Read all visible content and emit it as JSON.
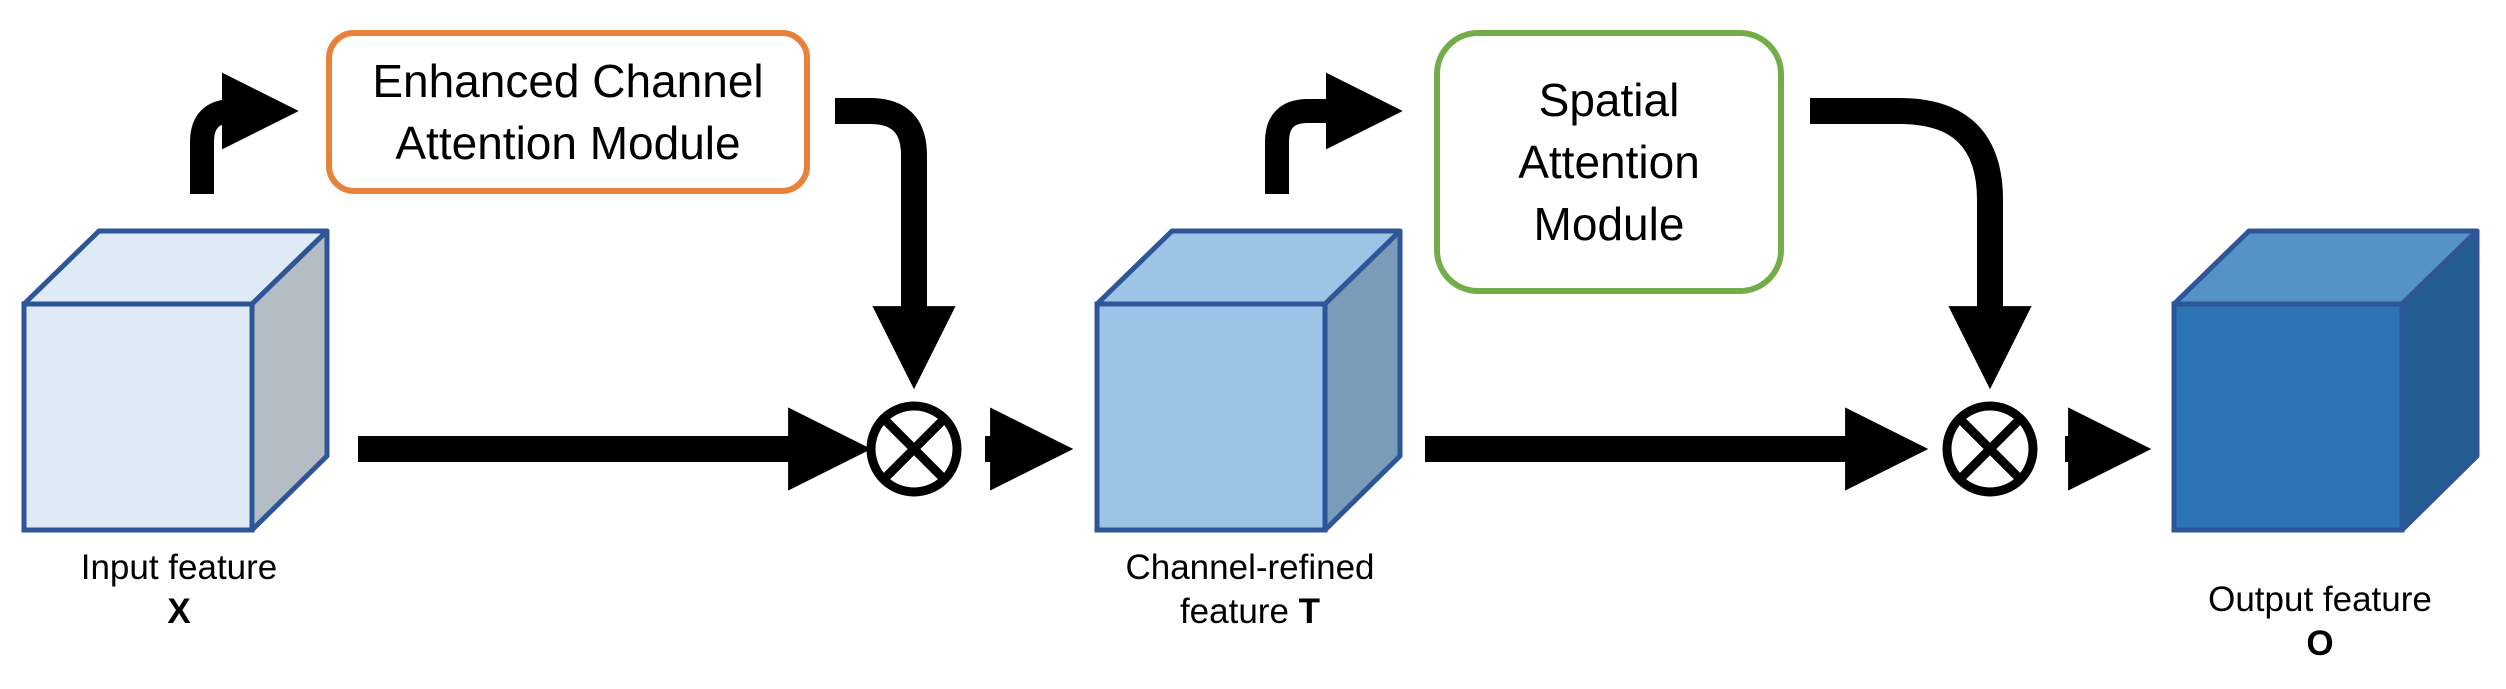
{
  "modules": {
    "channel_attention": {
      "lines": [
        "Enhanced Channel",
        "Attention Module"
      ],
      "border_color": "#E8823A"
    },
    "spatial_attention": {
      "lines": [
        "Spatial",
        "Attention",
        "Module"
      ],
      "border_color": "#72AD4A"
    }
  },
  "features": {
    "input": {
      "label": "Input feature",
      "symbol": "X",
      "front_color": "#DEEBF7",
      "side_color": "#B4BCC4",
      "edge_color": "#2E5597"
    },
    "channel_refined": {
      "label_line1": "Channel-refined",
      "label_line2": "feature",
      "symbol": "T",
      "front_color": "#9DC3E6",
      "side_color": "#7A9CB9",
      "edge_color": "#2E5597"
    },
    "output": {
      "label": "Output feature",
      "symbol": "O",
      "front_color": "#2E75B6",
      "top_color": "#5592C6",
      "side_color": "#245D91",
      "edge_color": "#2E5597"
    }
  },
  "operators": {
    "multiply_1": {
      "name": "element-wise multiplication"
    },
    "multiply_2": {
      "name": "element-wise multiplication"
    }
  },
  "icons": [
    "multiply-circle-icon",
    "arrow-right-icon",
    "arrow-down-icon"
  ]
}
